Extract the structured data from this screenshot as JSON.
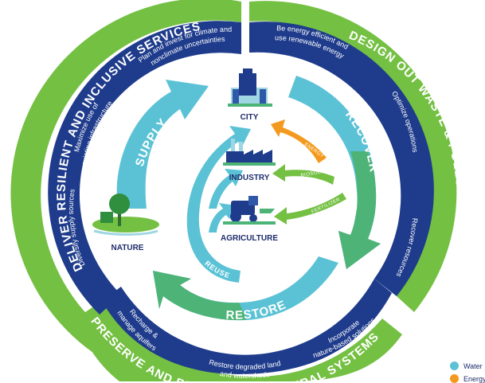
{
  "outer_ring": {
    "left": "DELIVER RESILIENT AND INCLUSIVE SERVICES",
    "right": "DESIGN OUT WASTE & POLLUTION",
    "bottom": "PRESERVE AND REGENERATE NATURAL SYSTEMS"
  },
  "inner_band": {
    "plan_invest": [
      "Plan and invest for climate and",
      "nonclimate uncertainties"
    ],
    "maximize": [
      "Maximize use of",
      "existing infrastructure"
    ],
    "diversify": "Diversify supply sources",
    "energy": [
      "Be energy efficient and",
      "use renewable energy"
    ],
    "optimize": "Optimize operations",
    "recover_resources": "Recover resources",
    "recharge": [
      "Recharge &",
      "manage aquifers"
    ],
    "restore_land": [
      "Restore degraded land",
      "and watersheds"
    ],
    "incorporate": [
      "Incorporate",
      "nature-based solutions"
    ]
  },
  "arrows": {
    "supply": "SUPPLY",
    "recover": "RECOVER",
    "restore": "RESTORE",
    "reuse": "REUSE"
  },
  "nodes": {
    "city": "CITY",
    "industry": "INDUSTRY",
    "agriculture": "AGRICULTURE",
    "nature": "NATURE"
  },
  "flows": {
    "energy": "ENERGY",
    "biosolids": "BIOSOLIDS",
    "fertilizer": "FERTILIZER"
  },
  "legend": [
    {
      "label": "Water",
      "color": "#5bc2d6"
    },
    {
      "label": "Energy",
      "color": "#f39a1e"
    }
  ],
  "colors": {
    "navy": "#1f3c8c",
    "green": "#74c043",
    "water": "#5bc2d6",
    "energy": "#f39a1e"
  }
}
